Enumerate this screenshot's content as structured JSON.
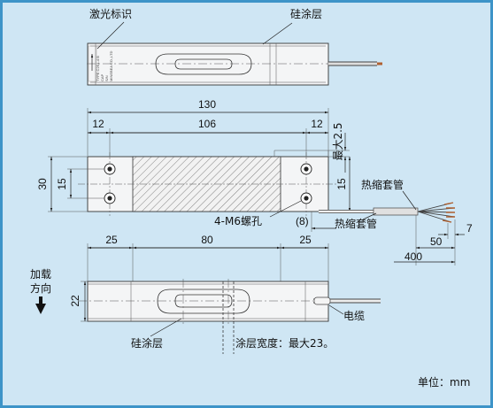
{
  "labels": {
    "laser_mark": "激光标识",
    "coating_top": "硅涂层",
    "coating_bottom": "硅涂层",
    "heat_shrink_1": "热缩套管",
    "heat_shrink_2": "热缩套管",
    "bolt_holes": "4-M6螺孔",
    "load_direction_line1": "加载",
    "load_direction_line2": "方向",
    "cable": "电缆",
    "coating_width": "涂层宽度：最大23。",
    "unit": "单位：mm"
  },
  "dimensions": {
    "overall_length": "130",
    "hole_spacing": "106",
    "edge_left": "12",
    "edge_right": "12",
    "max_height": "最大2.5",
    "height": "30",
    "hole_pitch": "15",
    "cable_offset": "15",
    "sleeve_offset": "(8)",
    "strip_length": "7",
    "sleeve_length": "50",
    "cable_length": "400",
    "segment_left": "25",
    "segment_mid": "80",
    "segment_right": "25",
    "thickness": "22"
  },
  "nameplate": {
    "type": "TYPE C2S1-4 B",
    "cap": "CAP",
    "sn": "S/N",
    "company": "MINEBEA CO.,LTD"
  },
  "colors": {
    "background": "#cfe6f4",
    "border": "#3d94c8"
  }
}
